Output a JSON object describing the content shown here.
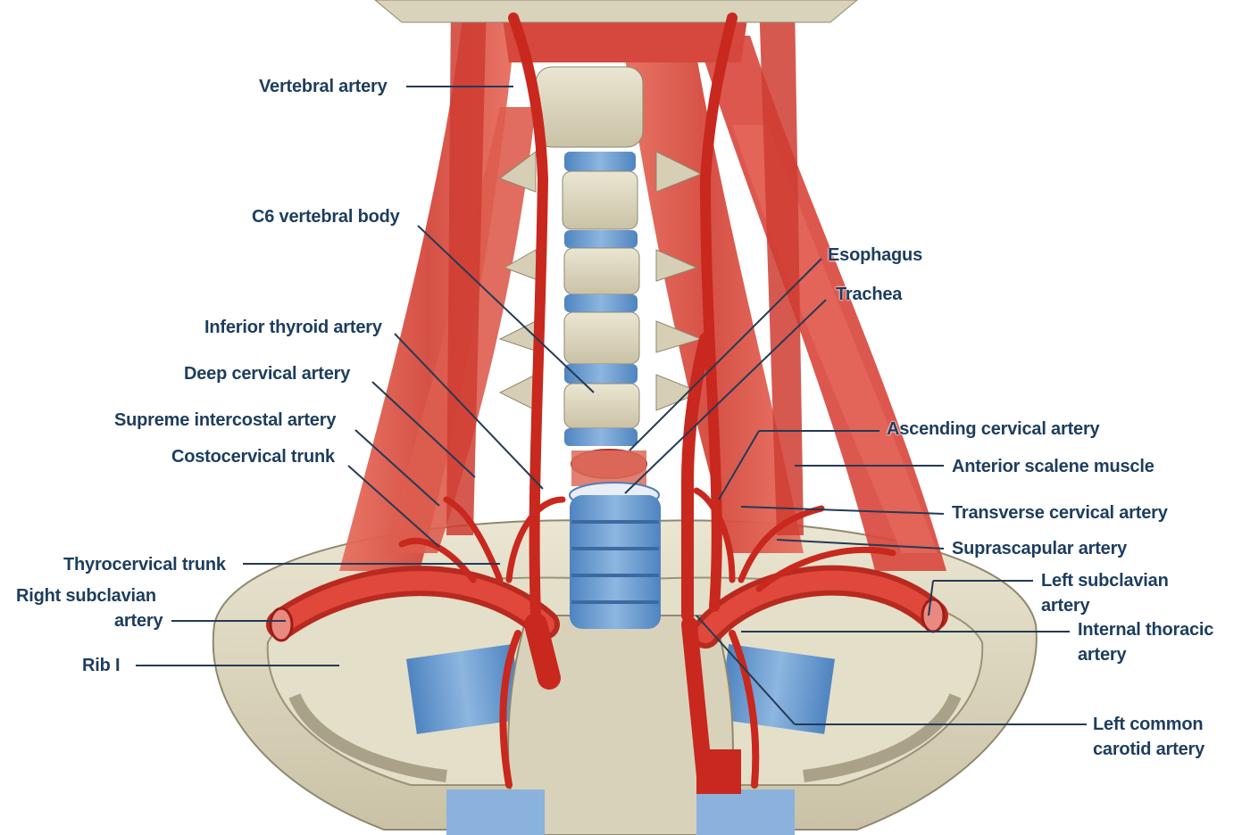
{
  "labels": {
    "vertebral_artery": "Vertebral artery",
    "c6_vertebral_body": "C6 vertebral body",
    "esophagus": "Esophagus",
    "trachea": "Trachea",
    "inferior_thyroid_artery": "Inferior thyroid artery",
    "deep_cervical_artery": "Deep cervical artery",
    "supreme_intercostal_artery": "Supreme intercostal artery",
    "costocervical_trunk": "Costocervical trunk",
    "ascending_cervical_artery": "Ascending cervical artery",
    "anterior_scalene_muscle": "Anterior scalene muscle",
    "transverse_cervical_artery": "Transverse cervical artery",
    "suprascapular_artery": "Suprascapular artery",
    "thyrocervical_trunk": "Thyrocervical trunk",
    "right_subclavian_line1": "Right subclavian",
    "right_subclavian_line2": "artery",
    "left_subclavian_line1": "Left subclavian",
    "left_subclavian_line2": "artery",
    "internal_thoracic_line1": "Internal thoracic",
    "internal_thoracic_line2": "artery",
    "rib_i": "Rib I",
    "left_common_carotid_line1": "Left common",
    "left_common_carotid_line2": "carotid artery"
  },
  "colors": {
    "label_text": "#1d3d5e",
    "leader_line": "#243a55",
    "muscle": "#d9534a",
    "artery": "#c8281e",
    "bone": "#d9d3bc",
    "cartilage": "#6e9fd2",
    "background": "#ffffff"
  }
}
